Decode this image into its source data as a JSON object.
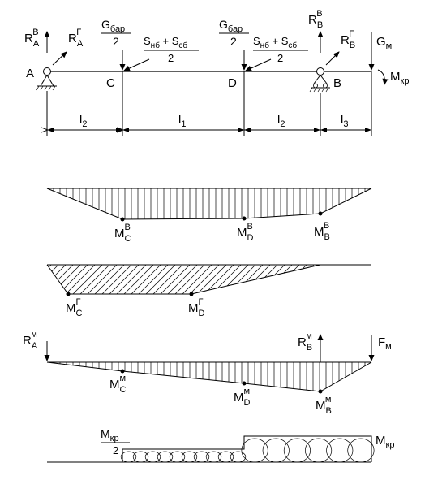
{
  "beam_scheme": {
    "support_a": {
      "label": "A",
      "r_v": {
        "main": "R",
        "sup": "В",
        "sub": "A"
      },
      "r_h": {
        "main": "R",
        "sup": "Г",
        "sub": "A"
      }
    },
    "point_c": {
      "label": "C",
      "load": {
        "num": "G",
        "num_sub": "бар",
        "den": "2"
      },
      "s_load": {
        "a": "S",
        "a_sub": "нб",
        "plus": " + ",
        "b": "S",
        "b_sub": "сб",
        "den": "2"
      }
    },
    "point_d": {
      "label": "D",
      "load": {
        "num": "G",
        "num_sub": "бар",
        "den": "2"
      },
      "s_load": {
        "a": "S",
        "a_sub": "нб",
        "plus": " + ",
        "b": "S",
        "b_sub": "сб",
        "den": "2"
      }
    },
    "support_b": {
      "label": "B",
      "r_v": {
        "main": "R",
        "sup": "В",
        "sub": "B"
      },
      "r_h": {
        "main": "R",
        "sup": "Г",
        "sub": "B"
      }
    },
    "end_load": {
      "g": "G",
      "g_sub": "м",
      "m": "M",
      "m_sub": "кр"
    },
    "spans": [
      {
        "main": "l",
        "sub": "2"
      },
      {
        "main": "l",
        "sub": "1"
      },
      {
        "main": "l",
        "sub": "2"
      },
      {
        "main": "l",
        "sub": "3"
      }
    ]
  },
  "vertical_moment": {
    "labels": [
      {
        "main": "M",
        "sup": "В",
        "sub": "C"
      },
      {
        "main": "M",
        "sup": "В",
        "sub": "D"
      },
      {
        "main": "M",
        "sup": "В",
        "sub": "B"
      }
    ]
  },
  "horizontal_moment": {
    "labels": [
      {
        "main": "M",
        "sup": "Г",
        "sub": "C"
      },
      {
        "main": "M",
        "sup": "Г",
        "sub": "D"
      }
    ]
  },
  "motor_moment": {
    "r_a": {
      "main": "R",
      "sup": "м",
      "sub": "A"
    },
    "r_b": {
      "main": "R",
      "sup": "м",
      "sub": "B"
    },
    "f": {
      "main": "F",
      "sub": "м"
    },
    "labels": [
      {
        "main": "M",
        "sup": "м",
        "sub": "C"
      },
      {
        "main": "M",
        "sup": "м",
        "sub": "D"
      },
      {
        "main": "M",
        "sup": "м",
        "sub": "B"
      }
    ]
  },
  "torque": {
    "left": {
      "num": "M",
      "num_sub": "кр",
      "den": "2"
    },
    "right": {
      "main": "M",
      "sub": "кр"
    }
  }
}
